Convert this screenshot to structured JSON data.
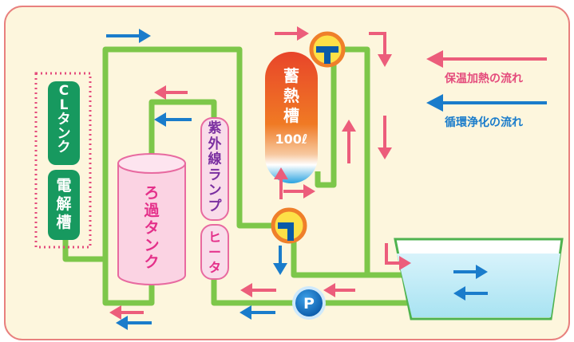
{
  "legend": {
    "heat_label": "保温加熱の流れ",
    "clean_label": "循環浄化の流れ"
  },
  "components": {
    "cl_tank": [
      "C",
      "L",
      "タ",
      "ン",
      "ク"
    ],
    "electrolysis": [
      "電",
      "解",
      "槽"
    ],
    "filter_tank": [
      "ろ",
      "過",
      "タ",
      "ン",
      "ク"
    ],
    "uv_lamp": [
      "紫",
      "外",
      "線",
      "ラ",
      "ン",
      "プ"
    ],
    "heater": [
      "ヒ",
      "ー",
      "タ"
    ],
    "storage_tank": [
      "蓄",
      "熱",
      "槽"
    ],
    "storage_capacity": "100ℓ",
    "pump_label": "P"
  },
  "colors": {
    "heat_arrow": "#ec5d7b",
    "clean_arrow": "#1a7ccb",
    "pipe": "#7dc74a",
    "green_box": "#17995f",
    "background": "#fdf6dd",
    "frame": "#e8807e"
  }
}
